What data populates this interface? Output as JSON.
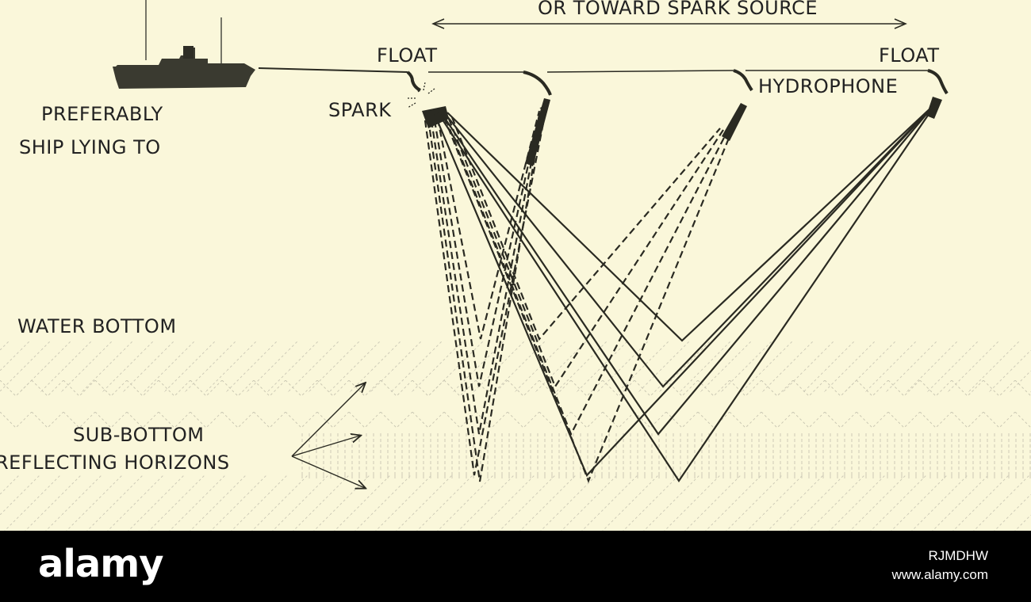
{
  "diagram": {
    "labels": {
      "direction_caption": "OR TOWARD SPARK SOURCE",
      "float_left": "FLOAT",
      "float_right": "FLOAT",
      "hydrophone": "HYDROPHONE",
      "spark": "SPARK",
      "ship_line1": "PREFERABLY",
      "ship_line2": "SHIP LYING TO",
      "water_bottom": "WATER BOTTOM",
      "subbottom_line1": "SUB-BOTTOM",
      "subbottom_line2": "REFLECTING HORIZONS"
    },
    "colors": {
      "background": "#faf7da",
      "ink": "#2a2a22",
      "hatch": "#c8c6b4"
    }
  },
  "footer": {
    "brand": "alamy",
    "image_id": "RJMDHW",
    "url": "www.alamy.com"
  }
}
